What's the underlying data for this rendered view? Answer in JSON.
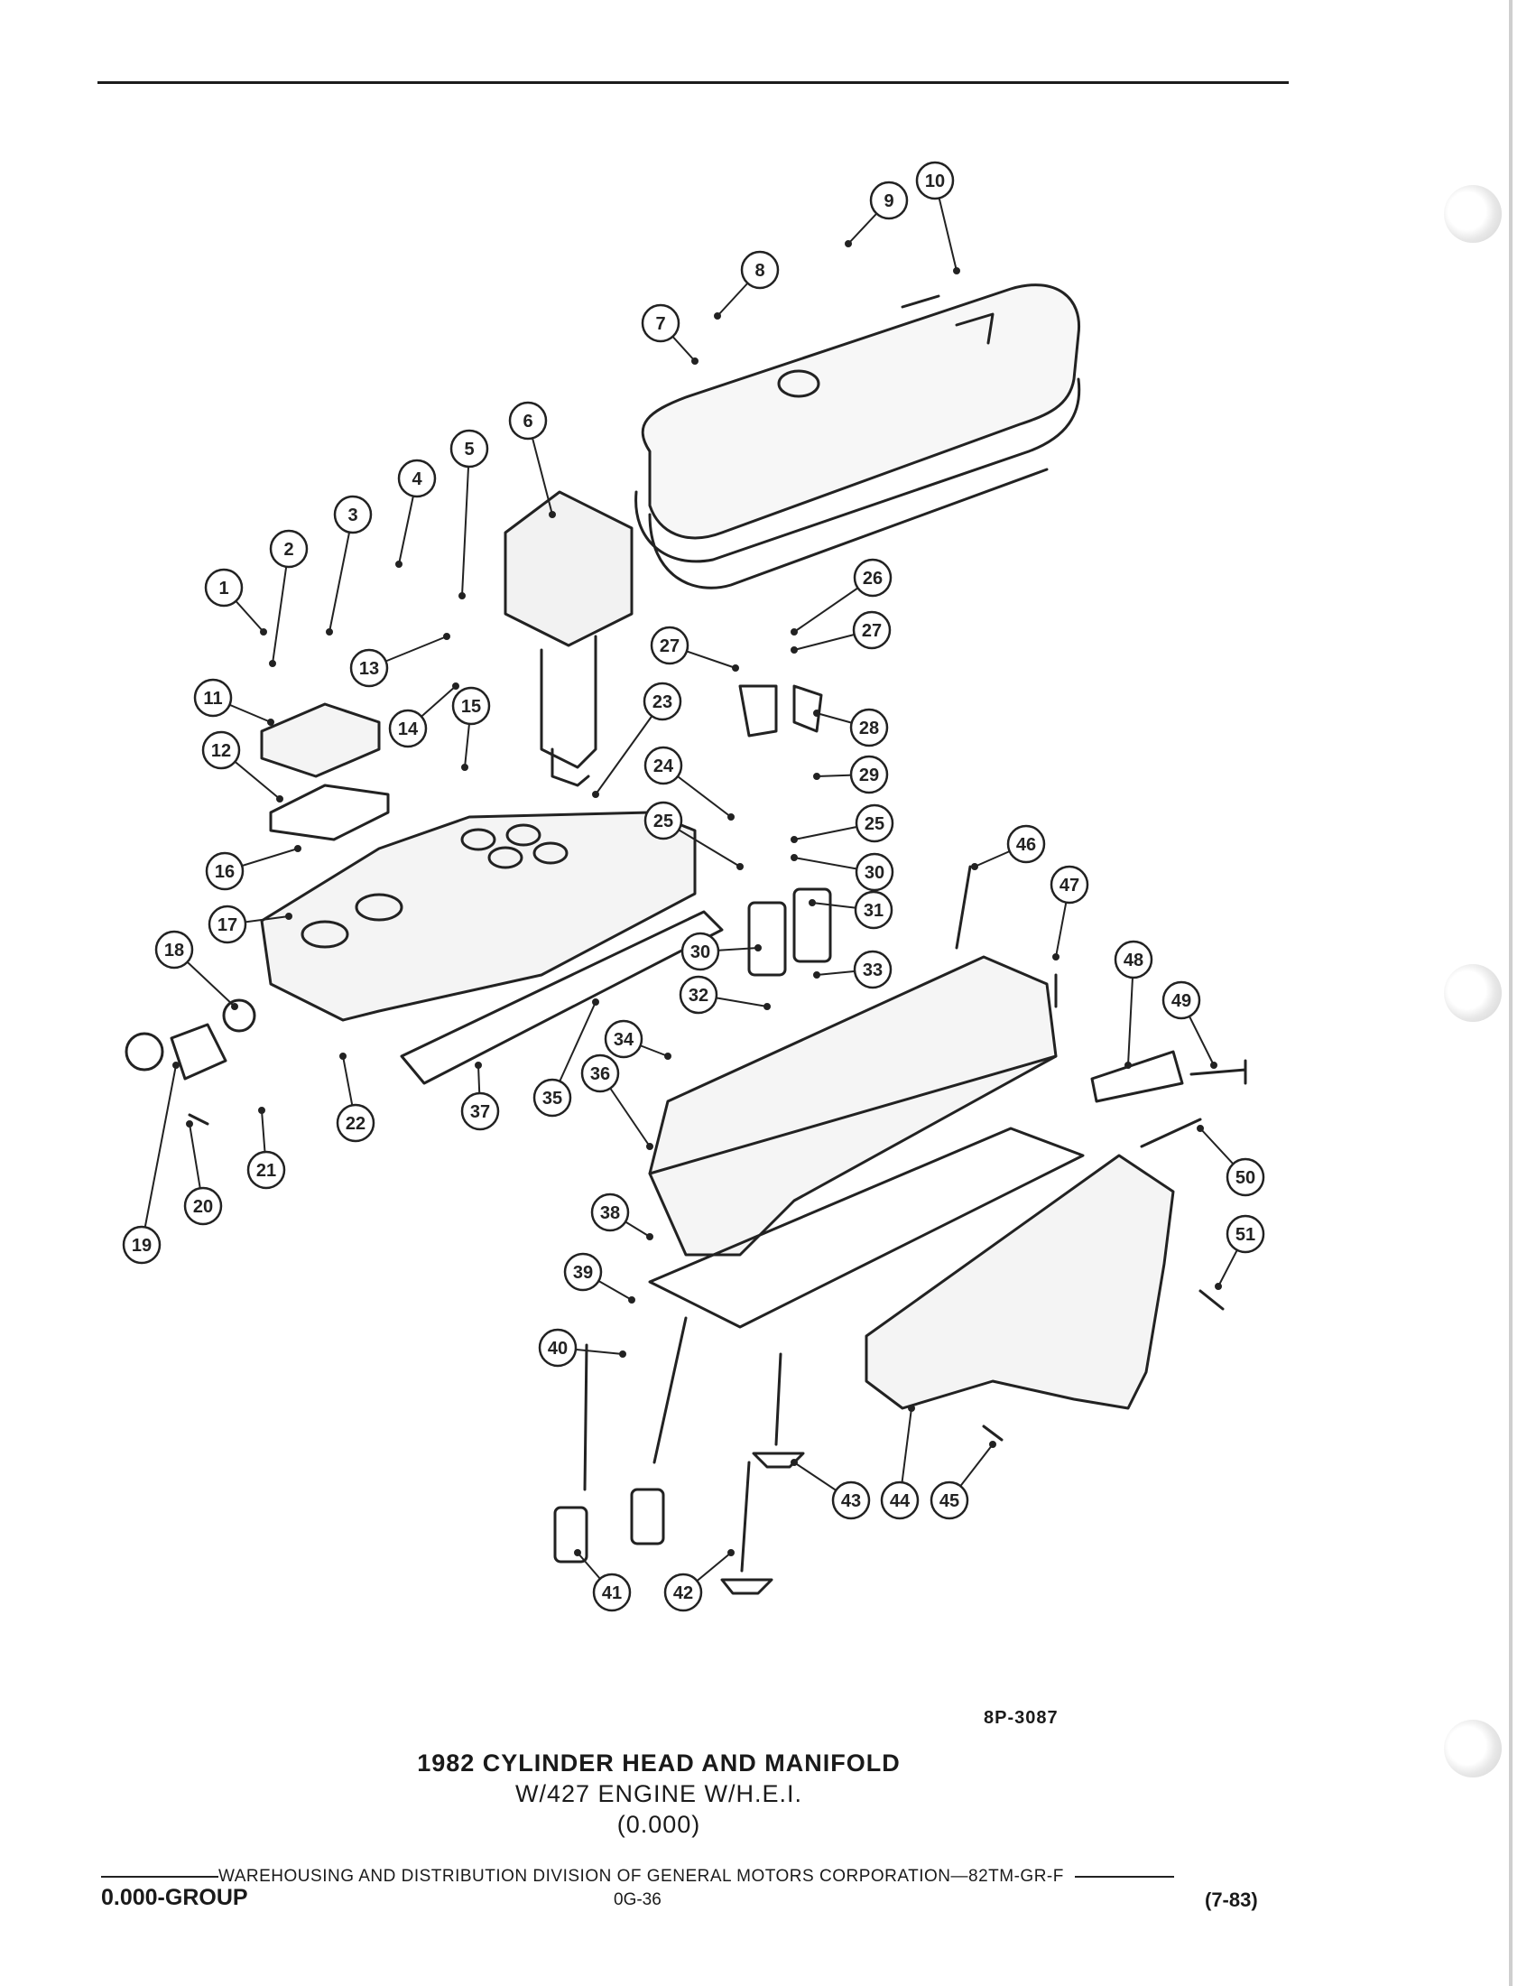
{
  "header": {},
  "diagram": {
    "callouts": [
      "1",
      "2",
      "3",
      "4",
      "5",
      "6",
      "7",
      "8",
      "9",
      "10",
      "11",
      "12",
      "13",
      "14",
      "15",
      "16",
      "17",
      "18",
      "19",
      "20",
      "21",
      "22",
      "23",
      "24",
      "25",
      "25",
      "26",
      "27",
      "27",
      "28",
      "29",
      "30",
      "30",
      "31",
      "32",
      "33",
      "34",
      "35",
      "36",
      "37",
      "38",
      "39",
      "40",
      "41",
      "42",
      "43",
      "44",
      "45",
      "46",
      "47",
      "48",
      "49",
      "50",
      "51"
    ]
  },
  "ref_code": "8P-3087",
  "title": {
    "line1": "1982 CYLINDER HEAD AND MANIFOLD",
    "line2": "W/427 ENGINE W/H.E.I.",
    "line3": "(0.000)"
  },
  "footer": {
    "publisher": "WAREHOUSING AND DISTRIBUTION  DIVISION OF GENERAL MOTORS CORPORATION—82TM-GR-F",
    "group": "0.000-GROUP",
    "page": "0G-36",
    "date": "(7-83)"
  }
}
